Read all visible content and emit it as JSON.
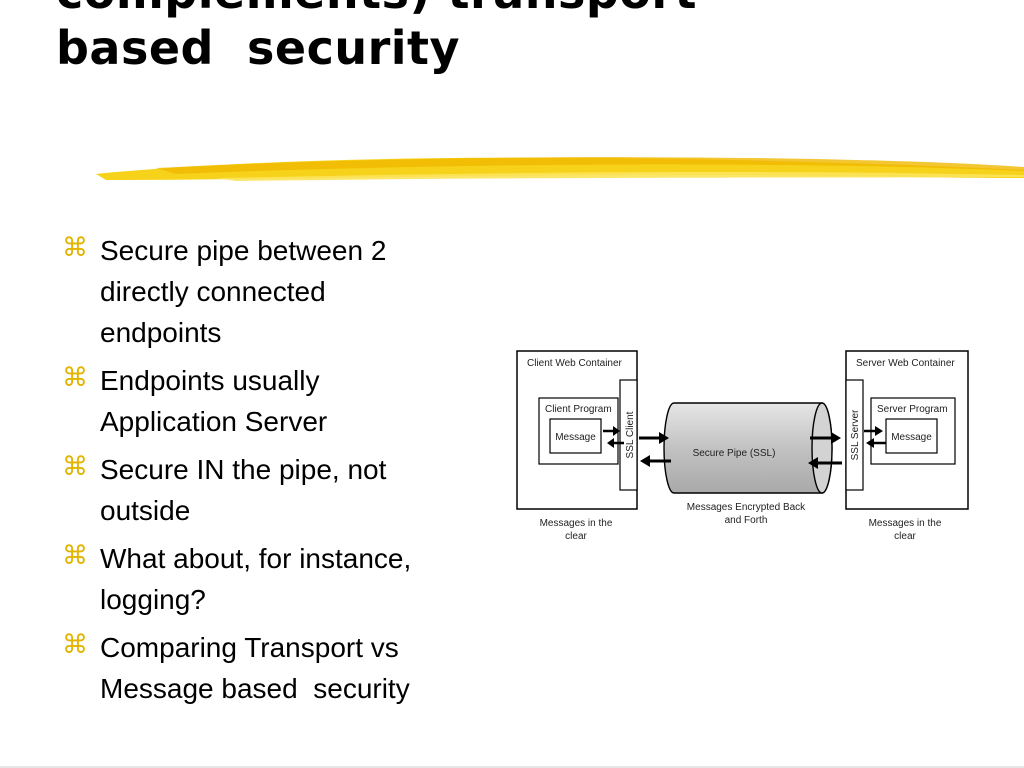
{
  "slide": {
    "title_lines": [
      "complements) transport-",
      "based  security"
    ],
    "accent_color": "#f5c400",
    "bullet_icon": "command-key-icon",
    "bullet_color": "#e3b400"
  },
  "bullets": [
    {
      "text": "Secure pipe between 2\ndirectly connected\nendpoints"
    },
    {
      "text": "Endpoints usually\nApplication Server"
    },
    {
      "text": "Secure IN the pipe, not\noutside"
    },
    {
      "text": "What about, for instance,\nlogging?"
    },
    {
      "text": "Comparing Transport vs\nMessage based  security"
    }
  ],
  "diagram": {
    "client_container": "Client Web Container",
    "client_program": "Client Program",
    "client_message": "Message",
    "ssl_client": "SSL Client",
    "pipe_label": "Secure Pipe (SSL)",
    "pipe_caption": [
      "Messages Encrypted Back",
      "and Forth"
    ],
    "server_container": "Server Web Container",
    "server_program": "Server Program",
    "server_message": "Message",
    "ssl_server": "SSL Server",
    "client_caption": [
      "Messages in the",
      "clear"
    ],
    "server_caption": [
      "Messages in the",
      "clear"
    ]
  }
}
